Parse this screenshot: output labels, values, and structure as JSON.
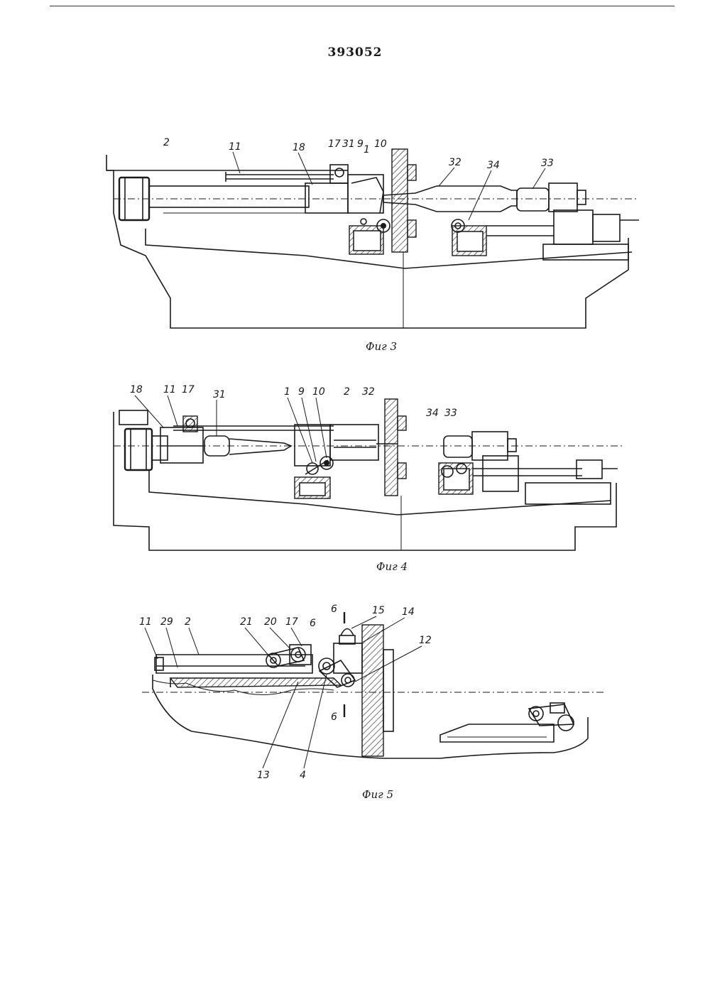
{
  "document": {
    "patent_number": "393052"
  },
  "figures": [
    {
      "id": "fig3",
      "caption": "Фиг 3",
      "labels": [
        "2",
        "11",
        "18",
        "17",
        "31",
        "9",
        "1",
        "10",
        "32",
        "34",
        "33"
      ]
    },
    {
      "id": "fig4",
      "caption": "Фиг 4",
      "labels": [
        "18",
        "11",
        "17",
        "31",
        "1",
        "9",
        "10",
        "2",
        "32",
        "34",
        "33"
      ]
    },
    {
      "id": "fig5",
      "caption": "Фиг 5",
      "labels": [
        "11",
        "29",
        "2",
        "21",
        "20",
        "17",
        "6",
        "6",
        "15",
        "14",
        "12",
        "6",
        "13",
        "4"
      ]
    }
  ]
}
